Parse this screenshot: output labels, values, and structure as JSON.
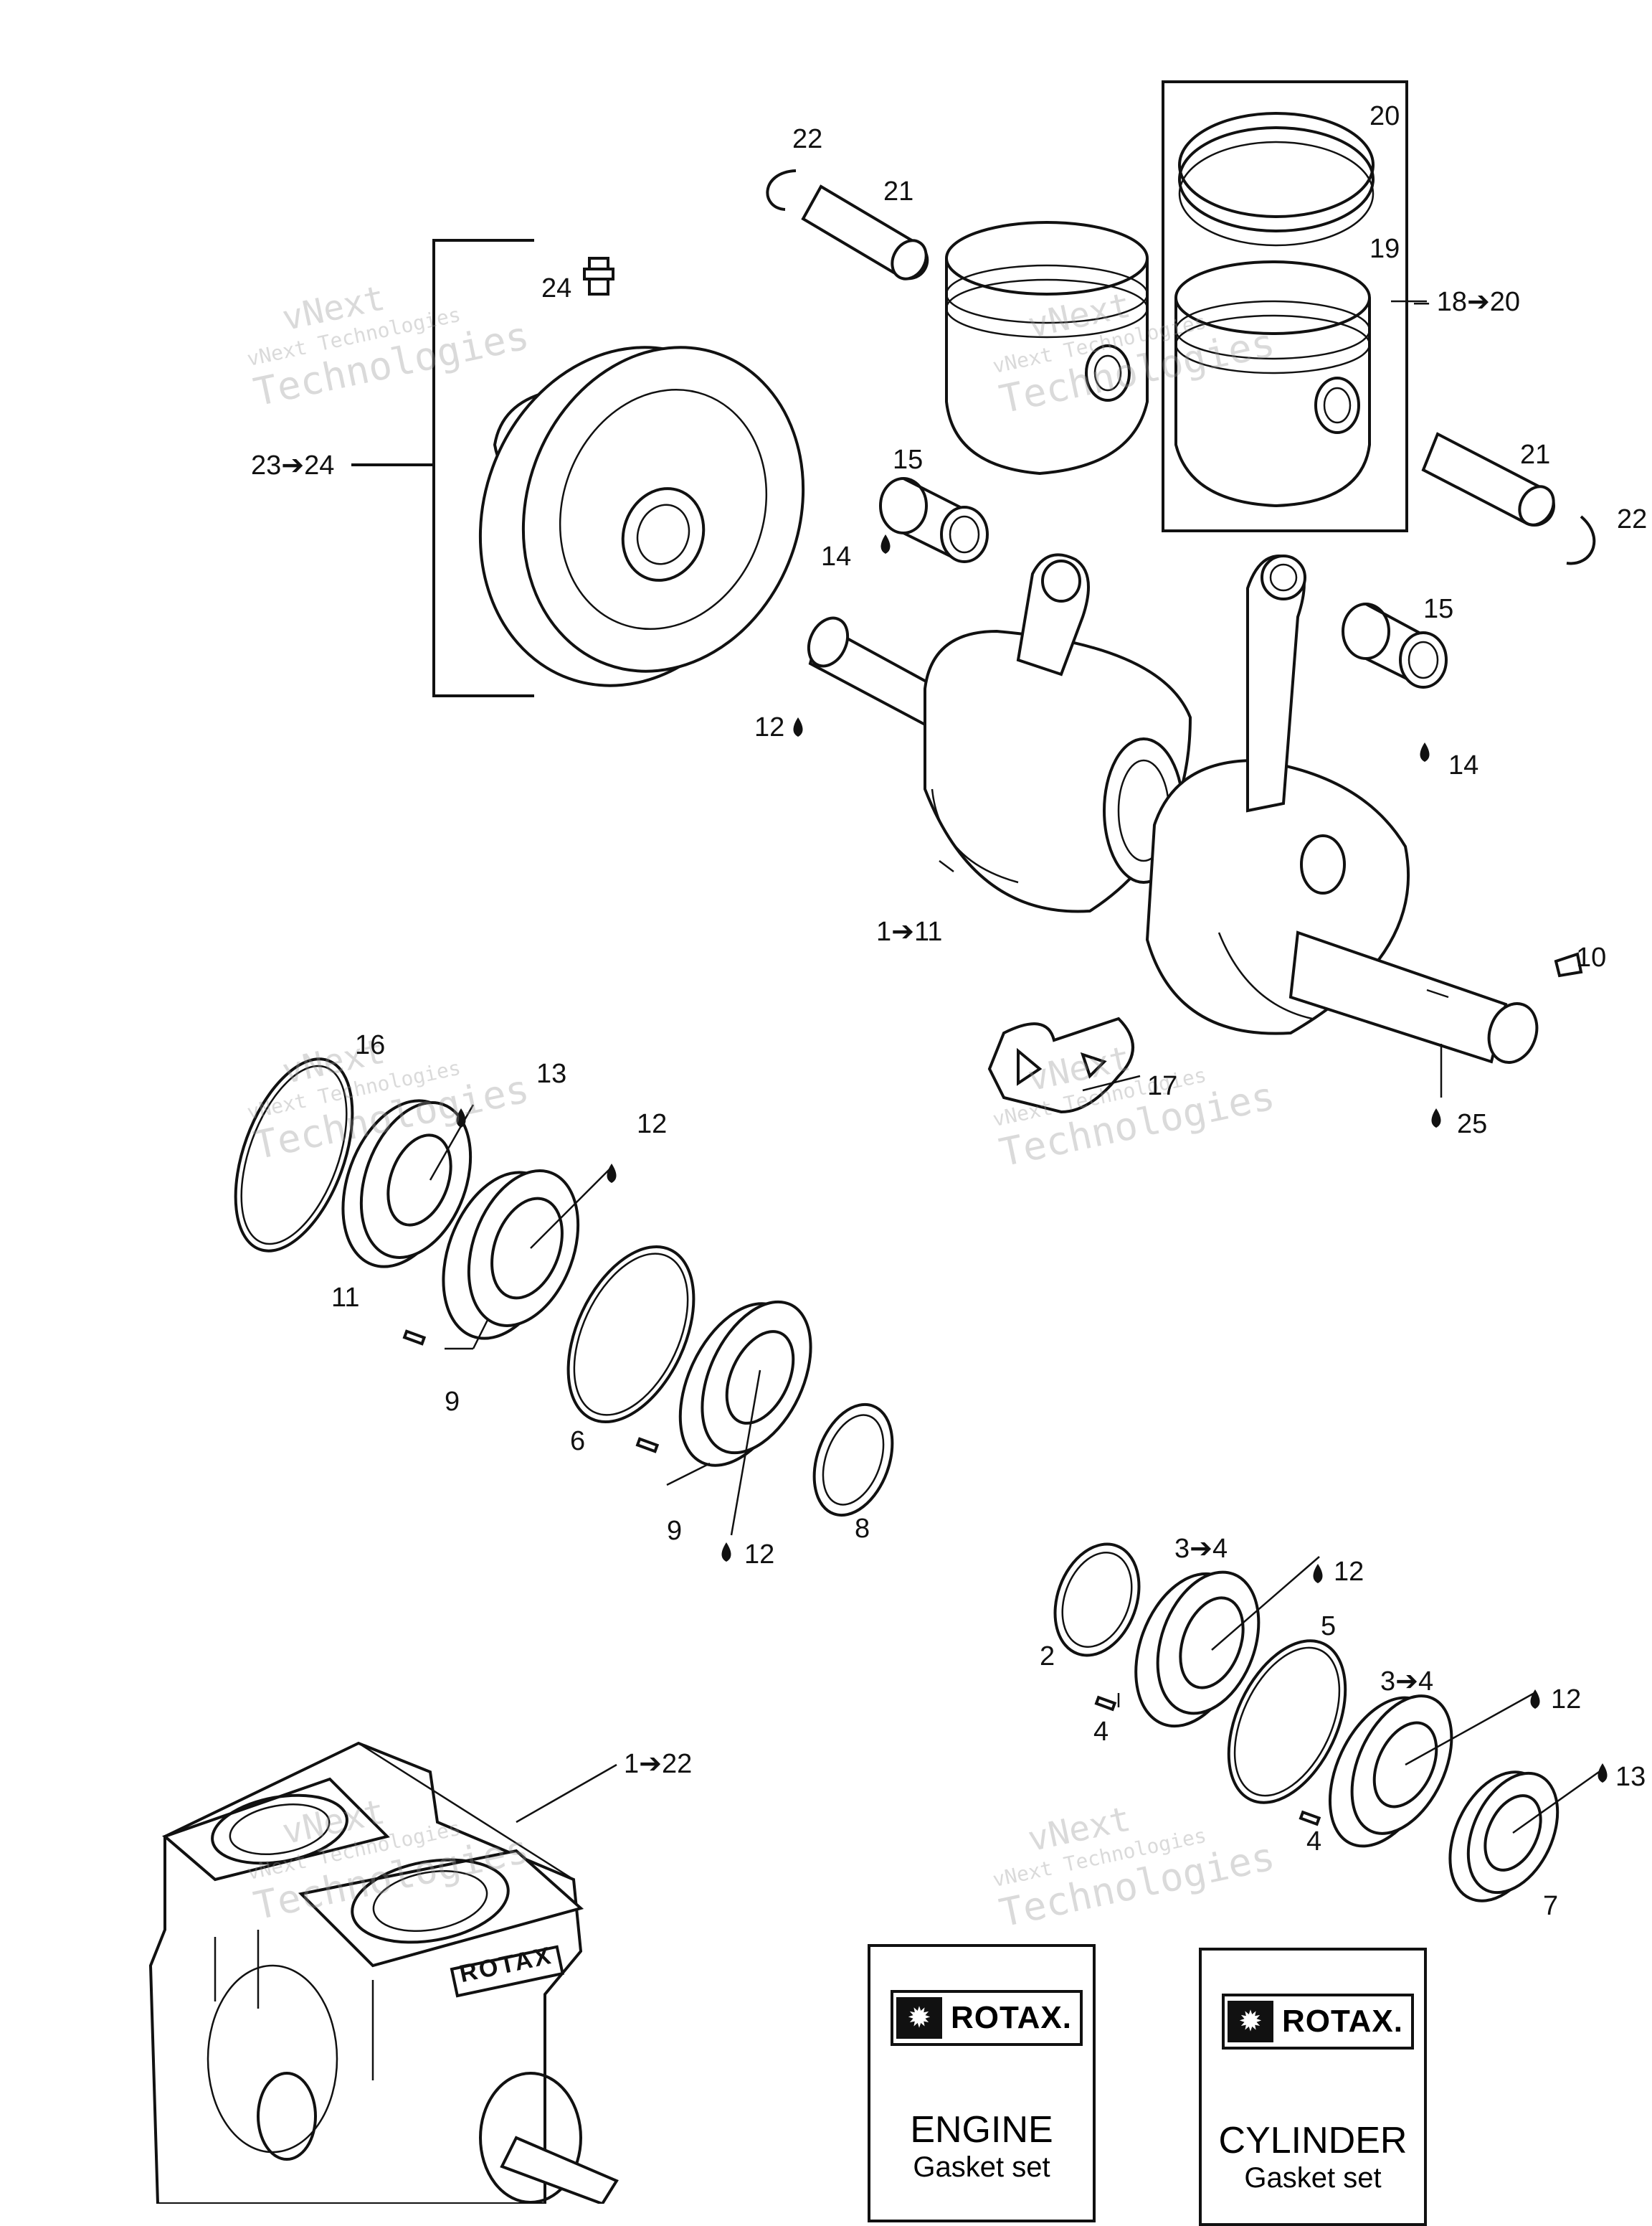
{
  "callouts": [
    {
      "id": "c22a",
      "text": "22"
    },
    {
      "id": "c21a",
      "text": "21"
    },
    {
      "id": "c20",
      "text": "20"
    },
    {
      "id": "c19",
      "text": "19"
    },
    {
      "id": "c1820",
      "text": "– 18➔20"
    },
    {
      "id": "c24",
      "text": "24"
    },
    {
      "id": "c2324",
      "text": "23➔24"
    },
    {
      "id": "c21b",
      "text": "21"
    },
    {
      "id": "c22b",
      "text": "22"
    },
    {
      "id": "c15a",
      "text": "15"
    },
    {
      "id": "c14a",
      "text": "14"
    },
    {
      "id": "c15b",
      "text": "15"
    },
    {
      "id": "c12a",
      "text": "12"
    },
    {
      "id": "c14b",
      "text": "14"
    },
    {
      "id": "c111",
      "text": "1➔11"
    },
    {
      "id": "c10",
      "text": "10"
    },
    {
      "id": "c17",
      "text": "17"
    },
    {
      "id": "c25",
      "text": "25"
    },
    {
      "id": "c16",
      "text": "16"
    },
    {
      "id": "c13a",
      "text": "13"
    },
    {
      "id": "c12b",
      "text": "12"
    },
    {
      "id": "c11",
      "text": "11"
    },
    {
      "id": "c9a",
      "text": "9"
    },
    {
      "id": "c6",
      "text": "6"
    },
    {
      "id": "c9b",
      "text": "9"
    },
    {
      "id": "c12c",
      "text": "12"
    },
    {
      "id": "c8",
      "text": "8"
    },
    {
      "id": "c34a",
      "text": "3➔4"
    },
    {
      "id": "c12d",
      "text": "12"
    },
    {
      "id": "c2",
      "text": "2"
    },
    {
      "id": "c5",
      "text": "5"
    },
    {
      "id": "c4a",
      "text": "4"
    },
    {
      "id": "c34b",
      "text": "3➔4"
    },
    {
      "id": "c12e",
      "text": "12"
    },
    {
      "id": "c13b",
      "text": "13"
    },
    {
      "id": "c4b",
      "text": "4"
    },
    {
      "id": "c7",
      "text": "7"
    },
    {
      "id": "c122",
      "text": "1➔22"
    }
  ],
  "watermark": {
    "line1": "vNext",
    "line2": "vNext Technologies",
    "line3": "Technologies"
  },
  "kits": [
    {
      "brand": "ROTAX.",
      "title": "ENGINE",
      "subtitle": "Gasket set"
    },
    {
      "brand": "ROTAX.",
      "title": "CYLINDER",
      "subtitle": "Gasket set"
    }
  ],
  "engine_label": "ROTAX"
}
